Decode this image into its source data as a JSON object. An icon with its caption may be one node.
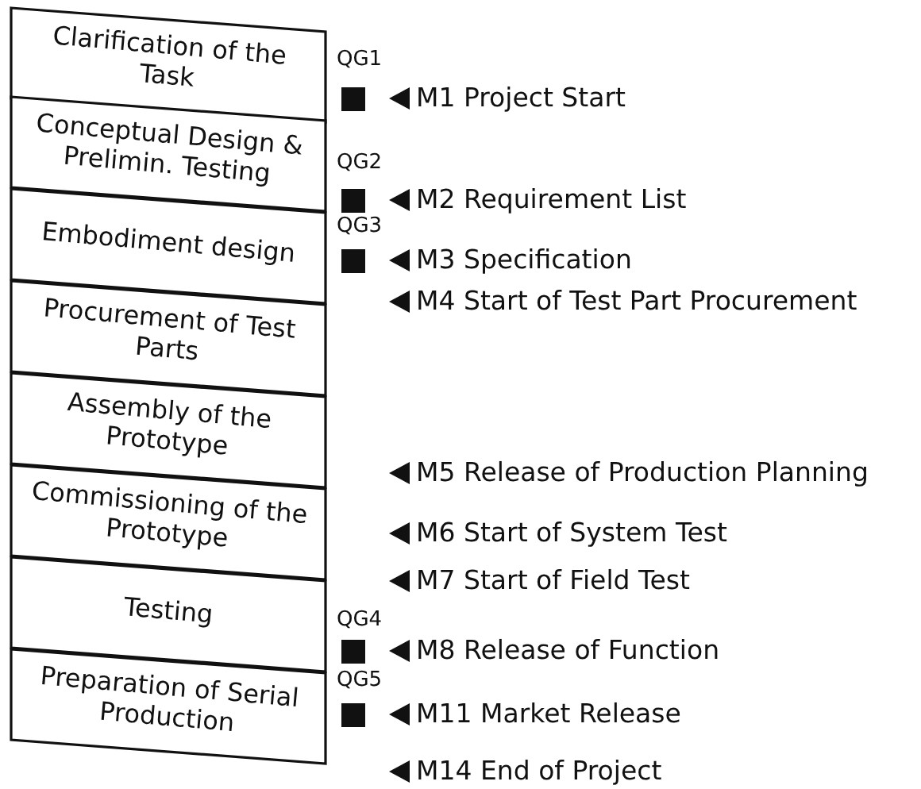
{
  "diagram": {
    "nodes": [
      {
        "text": [
          "Clarification of the Task"
        ]
      },
      {
        "text": [
          "Conceptual Design & Prelimin. Testing"
        ]
      },
      {
        "text": [
          "Embodiment design"
        ]
      },
      {
        "text": [
          "Procurement of Test Parts"
        ]
      },
      {
        "text": [
          "Assembly of the Prototype"
        ]
      },
      {
        "text": [
          "Commissioning of the Prototype"
        ]
      },
      {
        "text": [
          "Testing"
        ]
      },
      {
        "text": [
          "Preparation of Serial Production"
        ]
      }
    ],
    "labels": [
      "QG1",
      "M1 Project Start",
      "QG2",
      "M2 Requirement List",
      "QG3",
      "M3 Specification",
      "M4 Start of Test Part Procurement",
      "M5 Release of Production Planning",
      "M6 Start of System Test",
      "M7 Start of Field Test",
      "QG4",
      "M8 Release of Function",
      "QG5",
      "M11 Market Release",
      "M14 End of Project"
    ]
  }
}
